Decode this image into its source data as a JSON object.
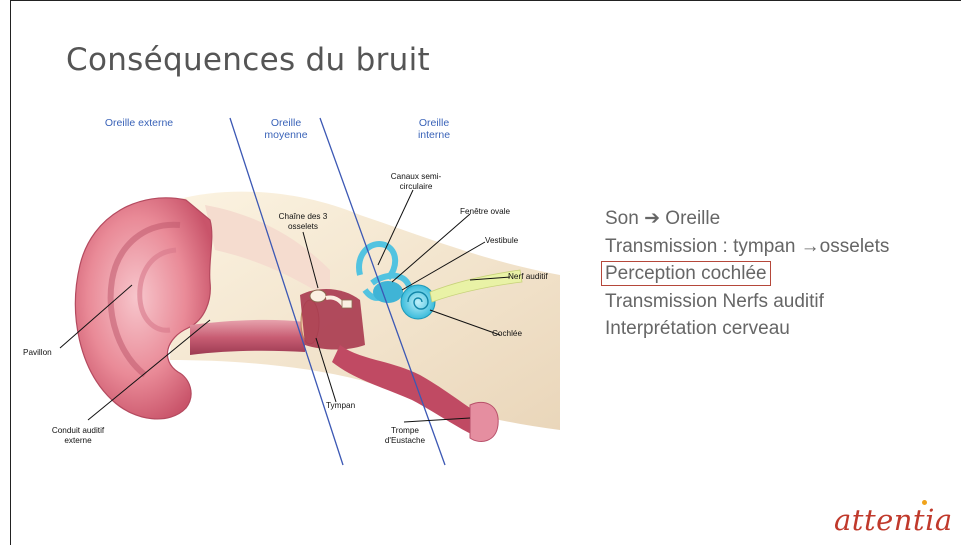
{
  "slide": {
    "title": "Conséquences du bruit"
  },
  "diagram": {
    "zones": {
      "external": "Oreille externe",
      "middle": "Oreille moyenne",
      "inner": "Oreille interne"
    },
    "labels": {
      "pavillon": "Pavillon",
      "conduit": "Conduit auditif externe",
      "chaine": "Chaîne des 3 osselets",
      "canaux": "Canaux semi-circulaire",
      "fenetre": "Fenêtre ovale",
      "vestibule": "Vestibule",
      "nerf": "Nerf auditif",
      "cochlee": "Cochlée",
      "tympan": "Tympan",
      "trompe": "Trompe d'Eustache"
    }
  },
  "steps": [
    "Son ➔ Oreille",
    "Transmission : tympan →osselets",
    "Perception cochlée",
    "Transmission Nerfs auditif",
    "Interprétation cerveau"
  ],
  "highlighted_step": "Perception cochlée",
  "brand": {
    "logo_text": "attentia",
    "color": "#c0392b",
    "dot_color": "#f0a31b"
  }
}
